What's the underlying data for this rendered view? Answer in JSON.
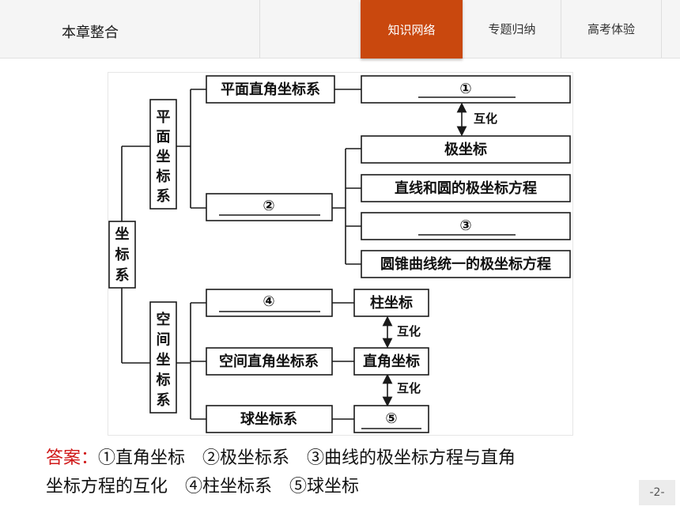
{
  "header": {
    "title": "本章整合",
    "tabs": [
      {
        "label": "知识网络",
        "active": true
      },
      {
        "label": "专题归纳",
        "active": false
      },
      {
        "label": "高考体验",
        "active": false
      }
    ],
    "accent_color": "#c9480e"
  },
  "diagram": {
    "root": "坐标系",
    "branch_plane": "平面坐标系",
    "branch_space": "空间坐标系",
    "plane_cartesian": "平面直角坐标系",
    "blank1": "①",
    "mutual1": "互化",
    "blank2": "②",
    "polar": "极坐标",
    "line_circle_polar": "直线和圆的极坐标方程",
    "blank3": "③",
    "conic_polar": "圆锥曲线统一的极坐标方程",
    "blank4": "④",
    "cylindrical": "柱坐标",
    "mutual2": "互化",
    "space_cartesian": "空间直角坐标系",
    "cartesian": "直角坐标",
    "mutual3": "互化",
    "spherical": "球坐标系",
    "blank5": "⑤"
  },
  "answer": {
    "prefix": "答案：",
    "a1": "①直角坐标",
    "a2": "②极坐标系",
    "a3": "③曲线的极坐标方程与直角",
    "a3b": "坐标方程的互化",
    "a4": "④柱坐标系",
    "a5": "⑤球坐标"
  },
  "page_number": "-2-"
}
